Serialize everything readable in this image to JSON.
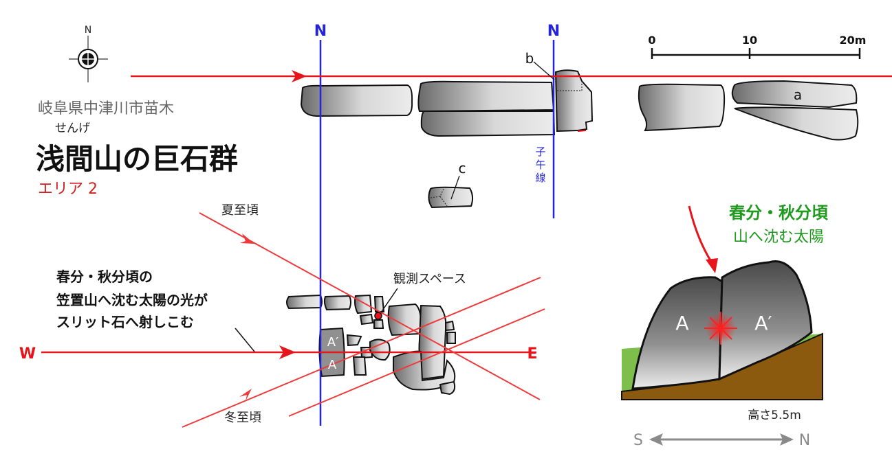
{
  "compass": {
    "north_label": "N"
  },
  "location": "岐阜県中津川市苗木",
  "title": {
    "furigana": "せんげ",
    "main": "浅間山の巨石群",
    "area": "エリア 2"
  },
  "meridian_labels": {
    "left": "N",
    "right": "N"
  },
  "meridian_name": [
    "子",
    "午",
    "線"
  ],
  "scale_bar": {
    "ticks": [
      "0",
      "10",
      "20m"
    ]
  },
  "stone_labels": {
    "a": "a",
    "b": "b",
    "c": "c",
    "a_prime_small": "A′",
    "a_small": "A"
  },
  "sun_labels": {
    "summer_solstice": "夏至頃",
    "winter_solstice": "冬至頃",
    "observation_space": "観測スペース"
  },
  "equinox_note": [
    "春分・秋分頃の",
    "笠置山へ沈む太陽の光が",
    "スリット石へ射しこむ"
  ],
  "directions": {
    "west": "W",
    "east": "E"
  },
  "inset": {
    "title_line1": "春分・秋分頃",
    "title_line2": "山へ沈む太陽",
    "stone_left": "A",
    "stone_right": "A′",
    "height": "高さ5.5m",
    "south": "S",
    "north": "N"
  },
  "colors": {
    "sun_line": "#e8141c",
    "meridian": "#2424d8",
    "inset_title": "#1f9a1f",
    "area_label": "#d42020",
    "ground": "#8b5a0e",
    "grass": "#7dbf4a",
    "stone_dark": "#5a5a5a",
    "stone_light": "#e0e0e0"
  }
}
